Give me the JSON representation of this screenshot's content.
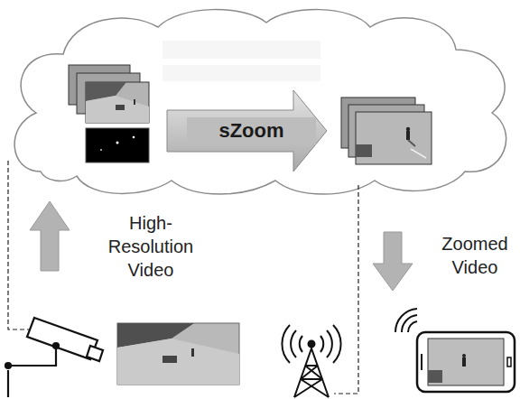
{
  "diagram": {
    "nodes": [
      {
        "text": [
          "sZoom"
        ]
      }
    ],
    "labels": [
      "High- Resolution Video",
      "Zoomed Video"
    ]
  }
}
